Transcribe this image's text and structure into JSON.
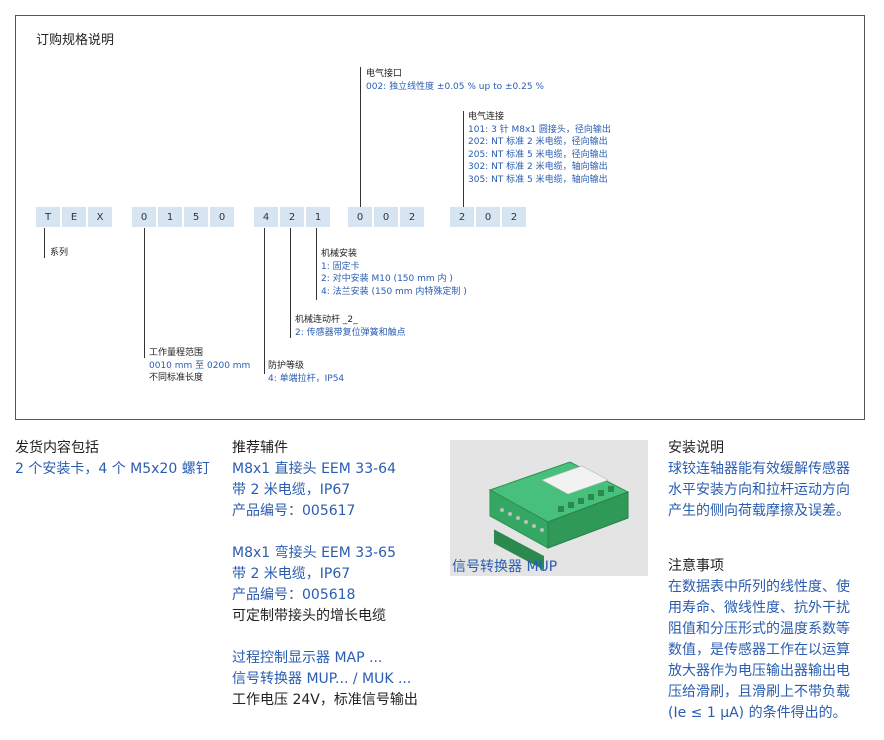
{
  "title": "订购规格说明",
  "code": {
    "series": [
      "T",
      "E",
      "X"
    ],
    "range": [
      "0",
      "1",
      "5",
      "0"
    ],
    "protection": [
      "4"
    ],
    "rod": [
      "2"
    ],
    "mount": [
      "1"
    ],
    "interface": [
      "0",
      "0",
      "2"
    ],
    "connection": [
      "2",
      "0",
      "2"
    ]
  },
  "labels": {
    "series": {
      "heading": "系列"
    },
    "range": {
      "heading": "工作量程范围",
      "lines": [
        "0010 mm 至 0200 mm",
        "不同标准长度"
      ]
    },
    "protection": {
      "heading": "防护等级",
      "lines": [
        "4: 单端拉杆，IP54"
      ]
    },
    "rod": {
      "heading": "机械连动杆 _2_",
      "lines": [
        "2: 传感器带复位弹簧和触点"
      ]
    },
    "mount": {
      "heading": "机械安装",
      "lines": [
        "1: 固定卡",
        "2: 对中安装 M10 (150 mm 内 )",
        "4: 法兰安装 (150 mm 内特殊定制 )"
      ]
    },
    "interface": {
      "heading": "电气接口",
      "lines": [
        "002: 独立线性度 ±0.05 % up to ±0.25 %"
      ]
    },
    "connection": {
      "heading": "电气连接",
      "lines": [
        "101: 3 针 M8x1 圆接头，径向输出",
        "202: NT 标准 2 米电缆，径向输出",
        "205: NT 标准 5 米电缆，径向输出",
        "302: NT 标准 2 米电缆，轴向输出",
        "305: NT 标准 5 米电缆，轴向输出"
      ]
    }
  },
  "delivery": {
    "heading": "发货内容包括",
    "text": "2 个安装卡，4 个 M5x20 螺钉"
  },
  "accessories": {
    "heading": "推荐辅件",
    "group1": [
      "M8x1 直接头 EEM 33-64",
      "带 2 米电缆，IP67",
      "产品编号：005617"
    ],
    "group2": [
      "M8x1 弯接头 EEM 33-65",
      "带 2 米电缆，IP67",
      "产品编号：005618"
    ],
    "note": "可定制带接头的增长电缆",
    "group3": [
      "过程控制显示器 MAP ...",
      "信号转换器 MUP... / MUK ...",
      "工作电压 24V，标准信号输出"
    ]
  },
  "photo": {
    "caption": "信号转换器 MUP"
  },
  "install": {
    "heading": "安装说明",
    "lines": [
      "球铰连轴器能有效缓解传感器",
      "水平安装方向和拉杆运动方向",
      "产生的侧向荷载摩擦及误差。"
    ]
  },
  "notes": {
    "heading": "注意事项",
    "lines": [
      "在数据表中所列的线性度、使",
      "用寿命、微线性度、抗外干扰",
      "阻值和分压形式的温度系数等",
      "数值，是传感器工作在以运算",
      "放大器作为电压输出器输出电",
      "压给滑刷，且滑刷上不带负载",
      "(Ie ≤ 1 μA) 的条件得出的。"
    ]
  },
  "colors": {
    "code_cell_bg": "#d7e4f2",
    "accent_blue": "#2a5db0",
    "device_green": "#3cb56a"
  }
}
